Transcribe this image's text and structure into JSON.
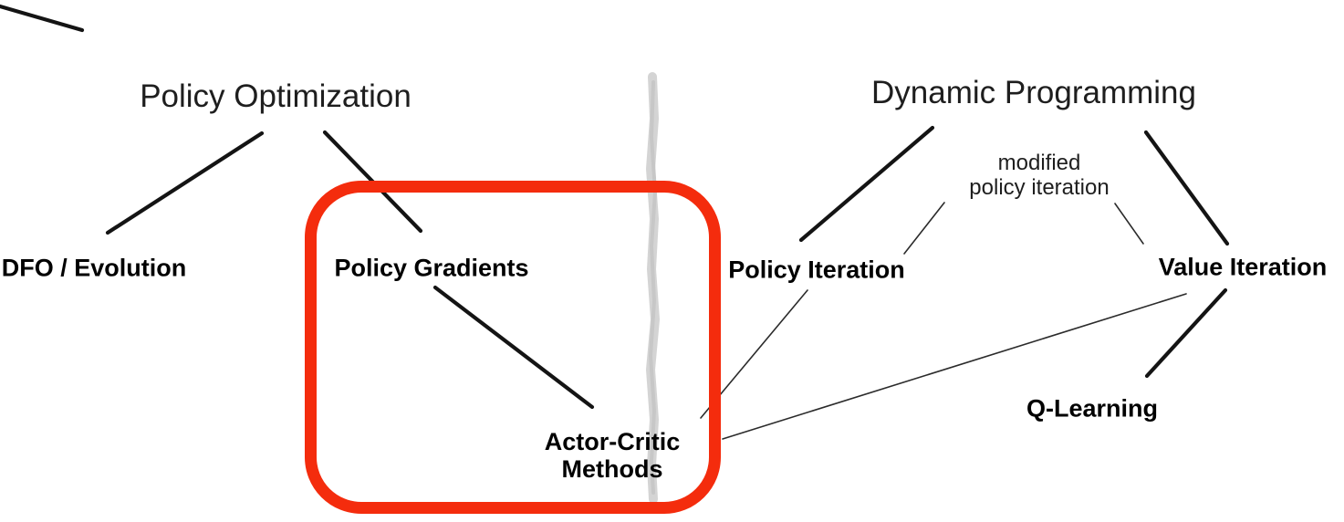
{
  "diagram": {
    "title_left": "Policy Optimization",
    "title_right": "Dynamic Programming",
    "nodes": {
      "dfo_evolution": "DFO / Evolution",
      "policy_gradients": "Policy Gradients",
      "policy_iteration": "Policy Iteration",
      "value_iteration": "Value Iteration",
      "q_learning": "Q-Learning",
      "actor_critic_line1": "Actor-Critic",
      "actor_critic_line2": "Methods",
      "modified_policy_iteration_line1": "modified",
      "modified_policy_iteration_line2": "policy iteration"
    },
    "edges": [
      {
        "from": "Policy Optimization",
        "to": "DFO / Evolution",
        "style": "thick"
      },
      {
        "from": "Policy Optimization",
        "to": "Policy Gradients",
        "style": "thick"
      },
      {
        "from": "Policy Gradients",
        "to": "Actor-Critic Methods",
        "style": "thick"
      },
      {
        "from": "Dynamic Programming",
        "to": "Policy Iteration",
        "style": "thick"
      },
      {
        "from": "Dynamic Programming",
        "to": "Value Iteration",
        "style": "thick"
      },
      {
        "from": "Value Iteration",
        "to": "Q-Learning",
        "style": "thick"
      },
      {
        "from": "modified policy iteration",
        "to": "Policy Iteration",
        "style": "thin"
      },
      {
        "from": "modified policy iteration",
        "to": "Value Iteration",
        "style": "thin"
      },
      {
        "from": "Policy Iteration",
        "to": "Actor-Critic Methods",
        "style": "thin"
      },
      {
        "from": "Actor-Critic Methods",
        "to": "Value Iteration",
        "style": "thin"
      }
    ],
    "highlighted_nodes": [
      "Policy Gradients",
      "Actor-Critic Methods"
    ],
    "colors": {
      "highlight": "#f42c0d",
      "divider": "#d2d2d2",
      "edge": "#141414",
      "title_text": "#1e1e1e",
      "label_text": "#000000"
    }
  }
}
